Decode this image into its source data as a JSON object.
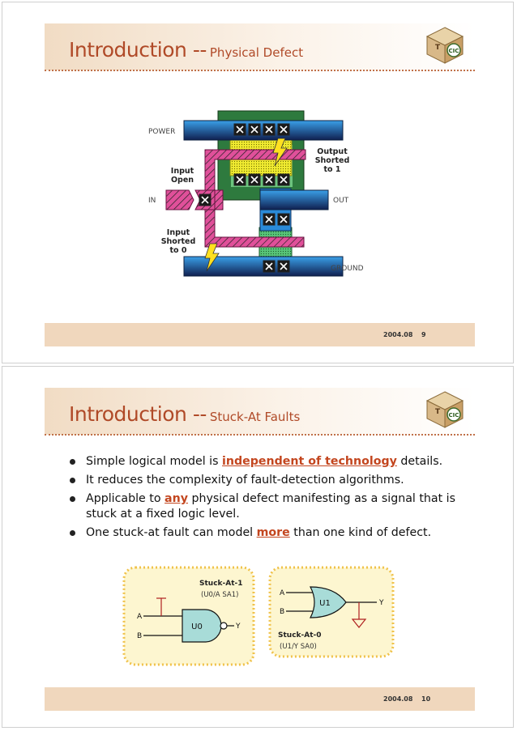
{
  "slides": [
    {
      "title_main": "Introduction --",
      "title_sub": "Physical Defect",
      "logo_text": "CIC",
      "diagram": {
        "power": "POWER",
        "in": "IN",
        "out": "OUT",
        "ground": "GROUND",
        "input_open": [
          "Input",
          "Open"
        ],
        "output_shorted": [
          "Output",
          "Shorted",
          "to 1"
        ],
        "input_shorted": [
          "Input",
          "Shorted",
          "to 0"
        ]
      },
      "footer_date": "2004.08",
      "page_number": "9"
    },
    {
      "title_main": "Introduction --",
      "title_sub": "Stuck-At Faults",
      "logo_text": "CIC",
      "bullets": {
        "b1_pre": "Simple logical model is ",
        "b1_hl": "independent of technology",
        "b1_post": " details.",
        "b2": "It reduces the complexity of fault-detection algorithms.",
        "b3_pre": "Applicable to ",
        "b3_hl": "any",
        "b3_post": " physical defect manifesting as a signal that is stuck at a fixed logic level.",
        "b4_pre": "One stuck-at fault can model ",
        "b4_hl": "more",
        "b4_post": " than one kind of defect."
      },
      "fault_left": {
        "label": "Stuck-At-1",
        "sub": "(U0/A SA1)",
        "gate": "U0",
        "a": "A",
        "b": "B",
        "y": "Y"
      },
      "fault_right": {
        "label": "Stuck-At-0",
        "sub": "(U1/Y SA0)",
        "gate": "U1",
        "a": "A",
        "b": "B",
        "y": "Y"
      },
      "footer_date": "2004.08",
      "page_number": "10"
    }
  ]
}
